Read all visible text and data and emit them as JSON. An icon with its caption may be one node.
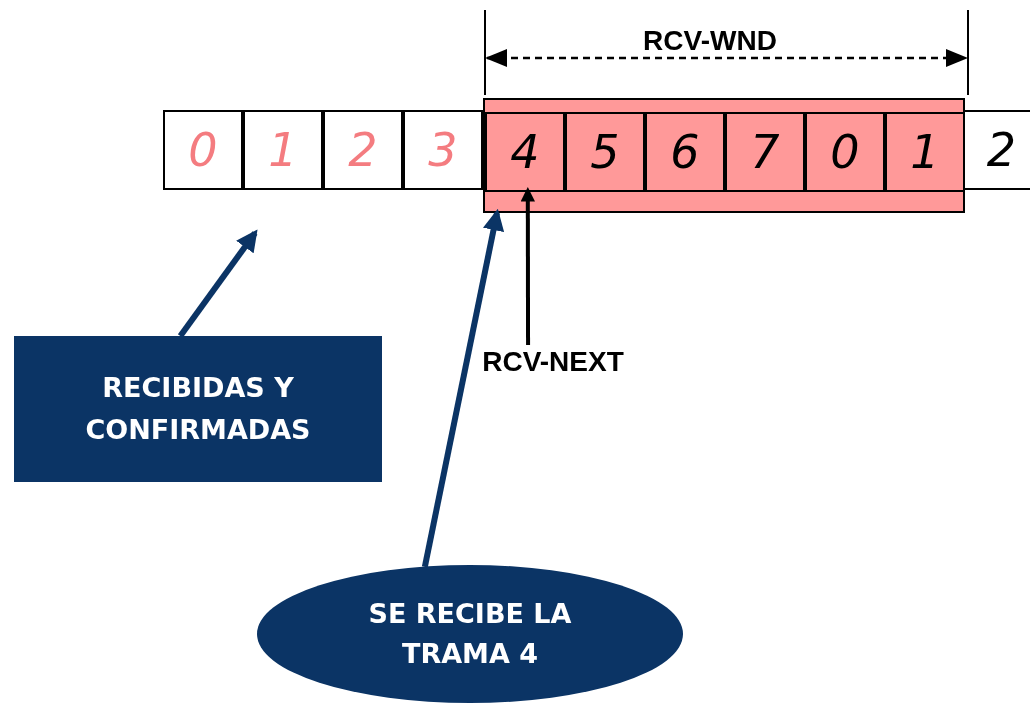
{
  "diagram": {
    "nodes": [
      {
        "text": [],
        "shape": "box"
      },
      {
        "text": [
          "0"
        ]
      },
      {
        "text": [
          "1"
        ]
      },
      {
        "text": [
          "2"
        ]
      },
      {
        "text": [
          "3"
        ]
      },
      {
        "text": [
          "4"
        ],
        "in": 0
      },
      {
        "text": [
          "5"
        ],
        "in": 0
      },
      {
        "text": [
          "6"
        ],
        "in": 0
      },
      {
        "text": [
          "7"
        ],
        "in": 0
      },
      {
        "text": [
          "0"
        ],
        "in": 0
      },
      {
        "text": [
          "1"
        ],
        "in": 0
      },
      {
        "text": [
          "2"
        ]
      },
      {
        "text": [
          "RECIBIDAS Y CONFIRMADAS"
        ]
      },
      {
        "text": [
          "SE RECIBE LA TRAMA 4"
        ]
      },
      {
        "text": [
          "RCV-NEXT"
        ]
      }
    ],
    "edges": [
      {
        "from": 12,
        "to": null,
        "arrow": "to"
      },
      {
        "from": 13,
        "to": 0,
        "arrow": "to"
      },
      {
        "from": 14,
        "to": 5,
        "arrow": "to",
        "color": "#000000"
      }
    ],
    "labels": [
      "RCV-WND"
    ]
  }
}
